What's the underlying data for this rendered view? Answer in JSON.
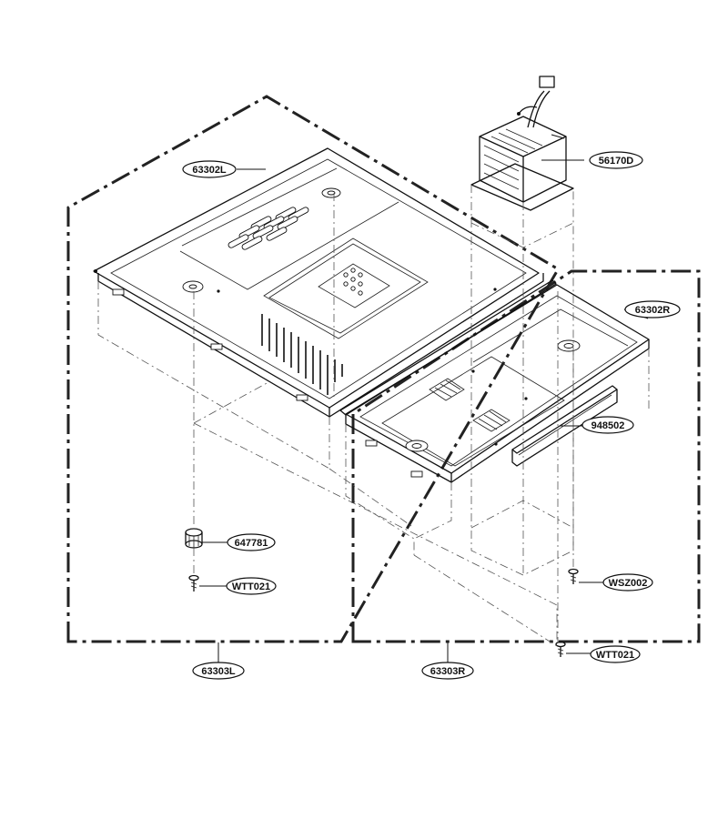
{
  "labels": {
    "p63302L": "63302L",
    "p56170D": "56170D",
    "p63302R": "63302R",
    "p948502": "948502",
    "p647781": "647781",
    "pWTT021_left": "WTT021",
    "pWSZ002": "WSZ002",
    "pWTT021_right": "WTT021",
    "p63303L": "63303L",
    "p63303R": "63303R"
  }
}
